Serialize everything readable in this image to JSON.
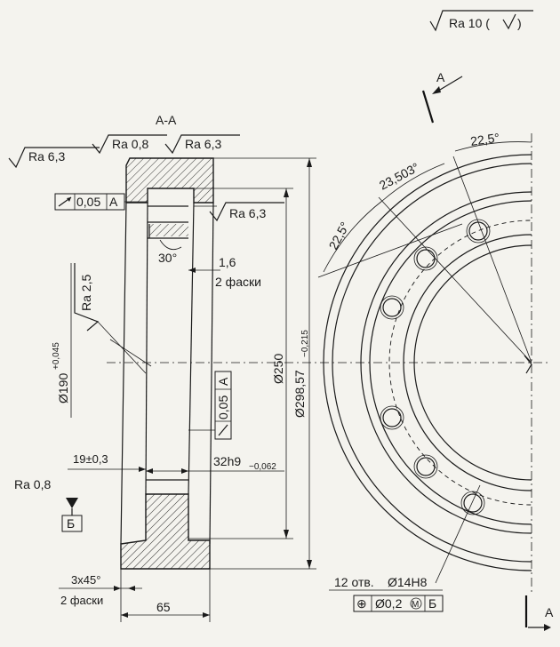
{
  "drawing": {
    "general_roughness": "Ra 10 (",
    "general_roughness_close": ")",
    "section_title": "А-А",
    "section_mark": "А",
    "roughness": {
      "left_outer": "Ra 6,3",
      "top_face": "Ra 0,8",
      "right_top": "Ra 6,3",
      "bore": "Ra 6,3",
      "bore_side": "Ra 2,5",
      "datum_face": "Ra 0,8"
    },
    "tolerances": {
      "runout_top_value": "0,05",
      "runout_top_datum": "А",
      "runout_side_value": "0,05",
      "runout_side_datum": "А",
      "position_symbol": "⊕",
      "position_value": "Ø0,2",
      "position_modifier": "М",
      "position_datum": "Б"
    },
    "dimensions": {
      "bore_diameter": "Ø190",
      "bore_tol": "+0,045",
      "outer_diameter": "Ø298,57",
      "outer_tol": "−0,215",
      "center_diameter": "Ø250",
      "chamfer_angle": "30°",
      "chamfer_size": "1,6",
      "chamfer_count": "2 фаски",
      "width_small": "19±0,3",
      "width_hub": "32h9",
      "width_hub_tol": "−0,062",
      "width_total": "65",
      "chamfer_outer": "3x45°",
      "chamfer_outer_count": "2 фаски",
      "holes": "12 отв.",
      "hole_size": "Ø14H8",
      "angle_1": "22,5°",
      "angle_2": "23,503°",
      "angle_3": "22,5°"
    },
    "datum_b": "Б"
  }
}
